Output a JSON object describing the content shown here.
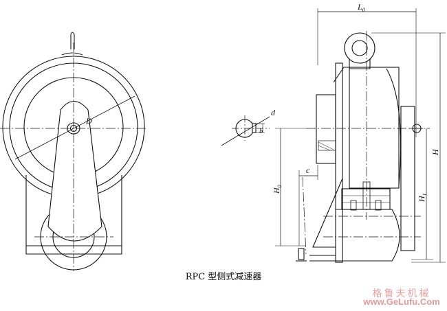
{
  "caption": "RPC 型侧式减速器",
  "watermark": {
    "cn": "格鲁夫机械",
    "en": "www.GeLufu.Com"
  },
  "labels": {
    "D": "D",
    "d": "d",
    "b": "b",
    "c": "c",
    "L0": {
      "main": "L",
      "sub": "0"
    },
    "H": "H",
    "H0": {
      "main": "H",
      "sub": "0"
    },
    "H1": {
      "main": "H",
      "sub": "1"
    }
  },
  "colors": {
    "line": "#111111",
    "watermark": "#e29a9a"
  }
}
